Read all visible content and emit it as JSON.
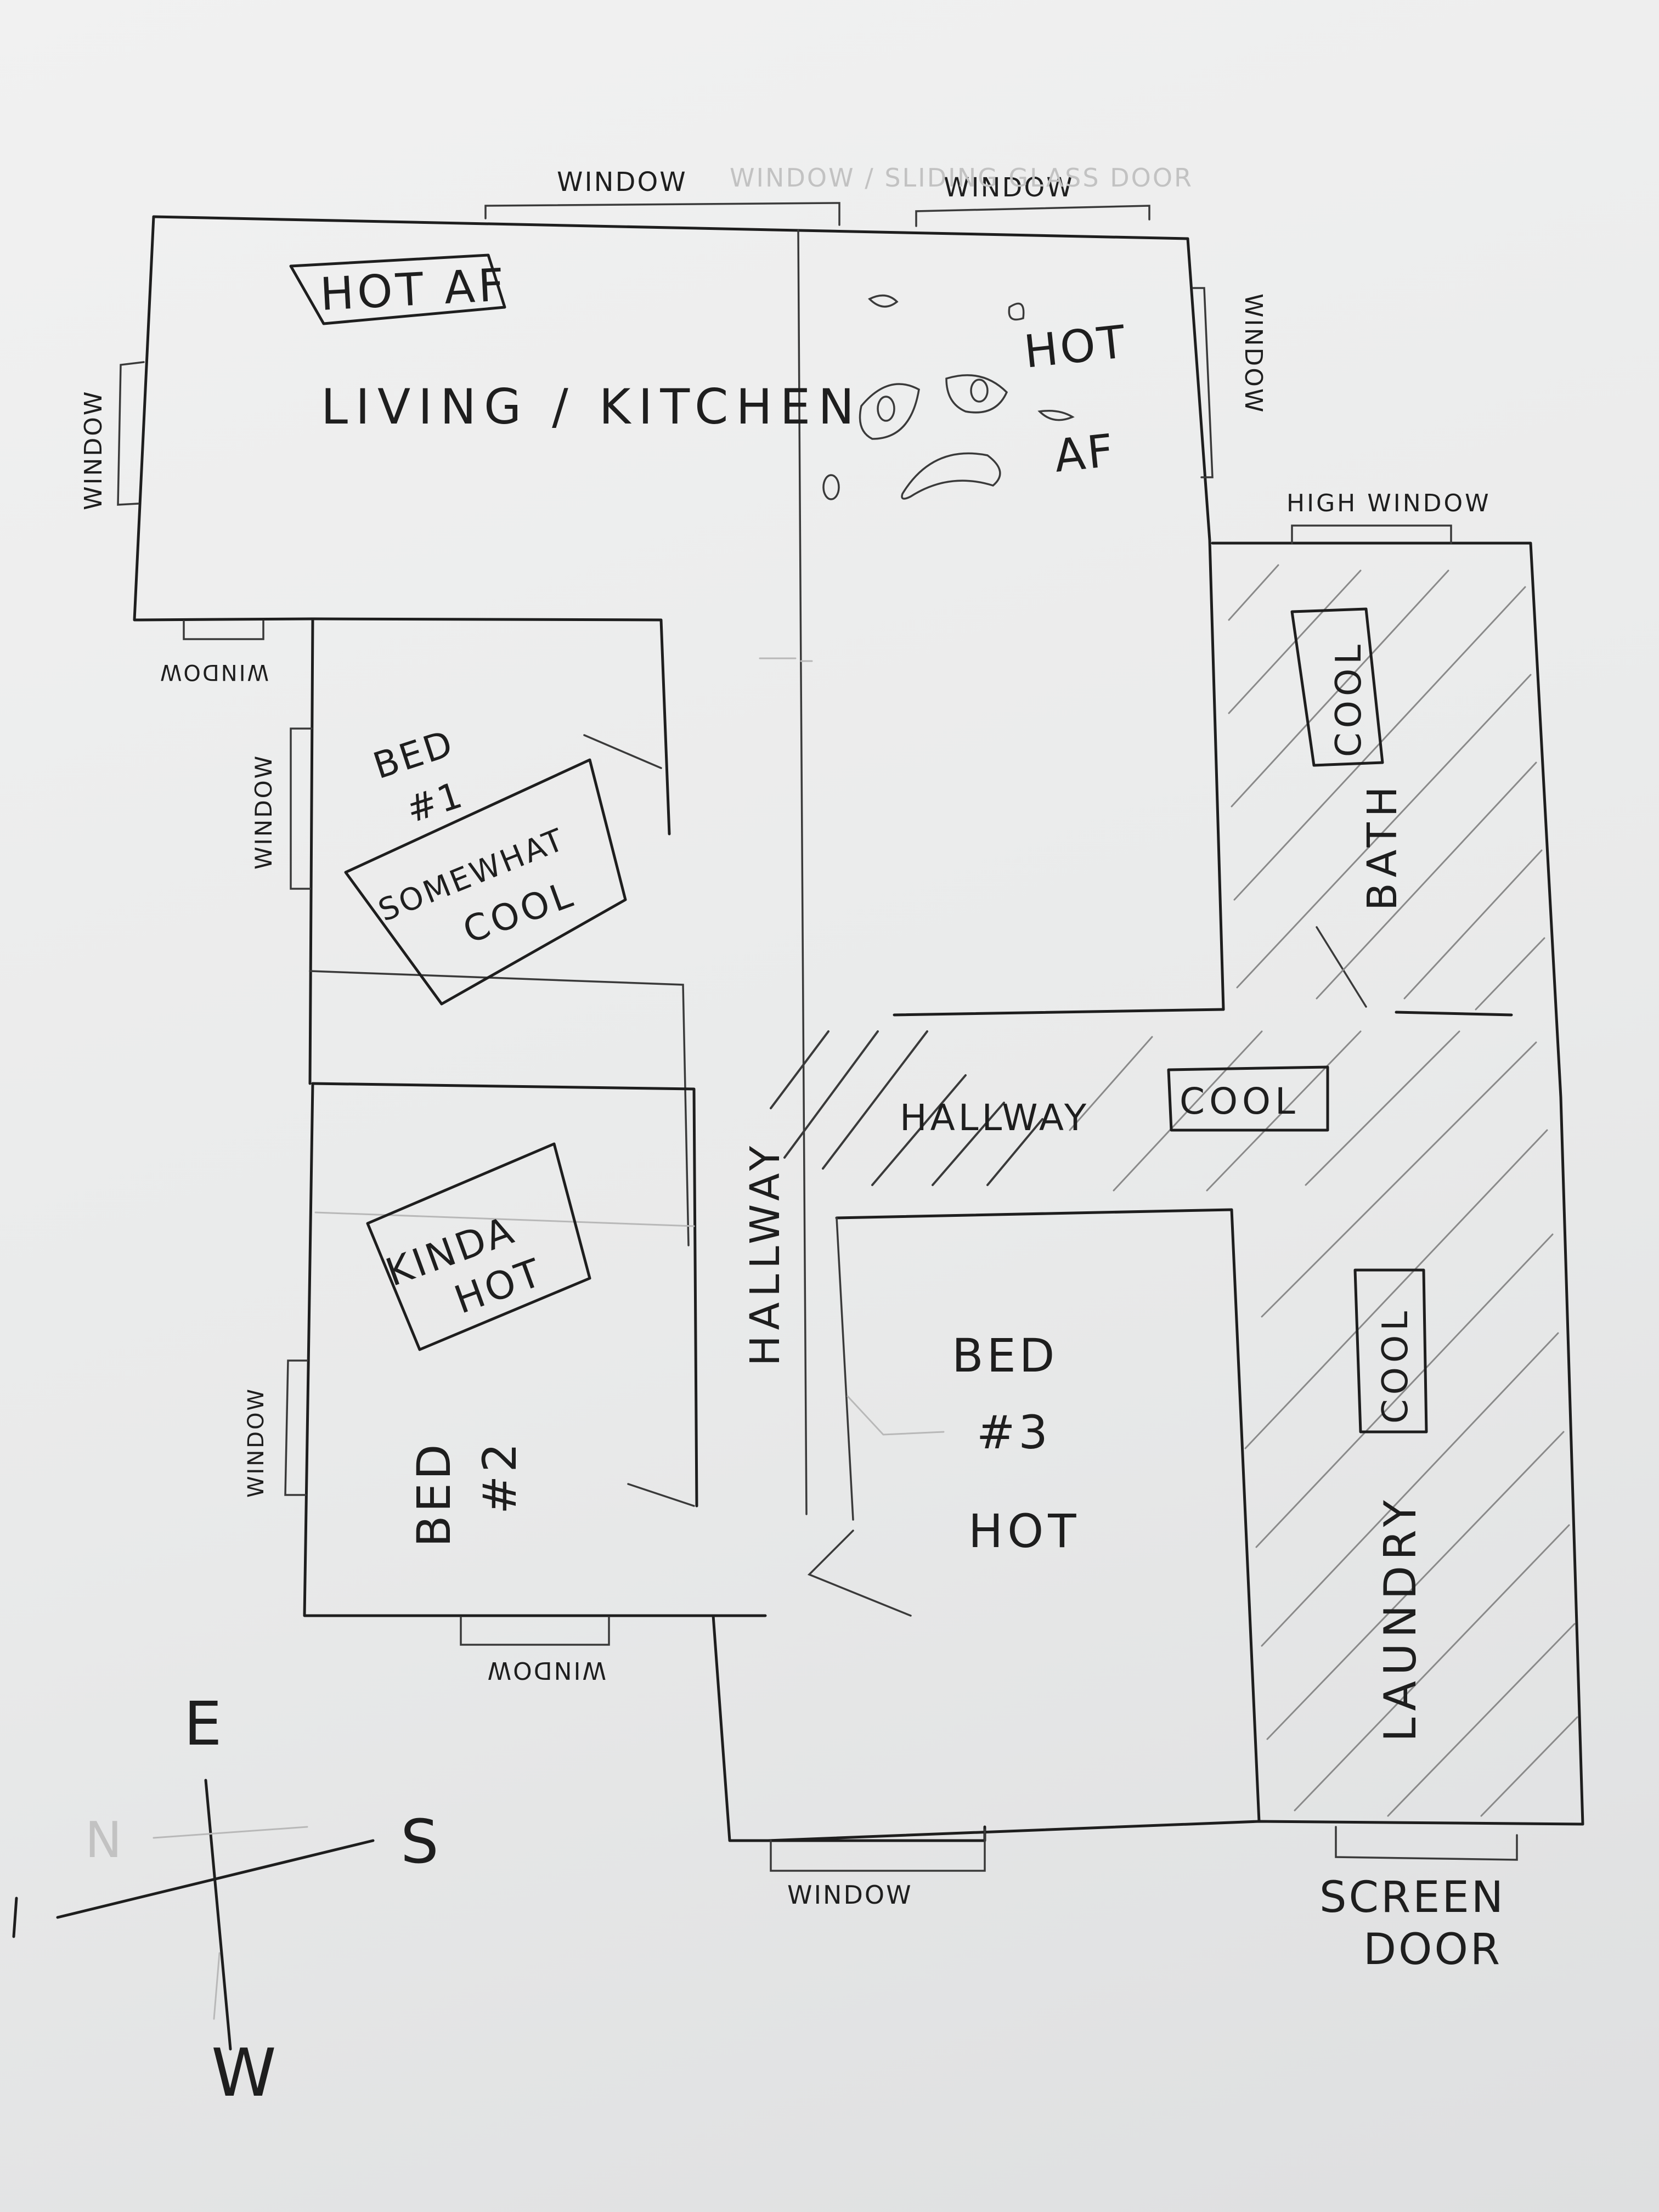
{
  "labels": {
    "window_top_left": "WINDOW",
    "window_top_right": "WINDOW",
    "faint_top_note": "WINDOW / SLIDING GLASS DOOR",
    "window_left": "WINDOW",
    "window_right_kitchen": "WINDOW",
    "window_under_living": "WINDOW",
    "window_bed1": "WINDOW",
    "window_bed2": "WINDOW",
    "window_bottom_left": "WINDOW",
    "window_bottom_mid": "WINDOW",
    "high_window": "HIGH WINDOW",
    "screen_door_1": "SCREEN",
    "screen_door_2": "DOOR"
  },
  "rooms": {
    "living": "LIVING / KITCHEN",
    "living_temp": "HOT AF",
    "kitchen_temp_1": "HOT",
    "kitchen_temp_2": "AF",
    "bed1_1": "BED",
    "bed1_2": "#1",
    "bed1_temp_1": "SOMEWHAT",
    "bed1_temp_2": "COOL",
    "bed2_1": "BED",
    "bed2_2": "#2",
    "bed2_temp_1": "KINDA",
    "bed2_temp_2": "HOT",
    "bed3_1": "BED",
    "bed3_2": "#3",
    "bed3_temp": "HOT",
    "hall_vertical": "HALLWAY",
    "hall_horizontal": "HALLWAY",
    "hall_temp": "COOL",
    "bath": "BATH",
    "bath_temp": "COOL",
    "laundry": "LAUNDRY",
    "laundry_temp": "COOL"
  },
  "compass": {
    "east": "E",
    "south": "S",
    "west": "W",
    "north": "N"
  }
}
